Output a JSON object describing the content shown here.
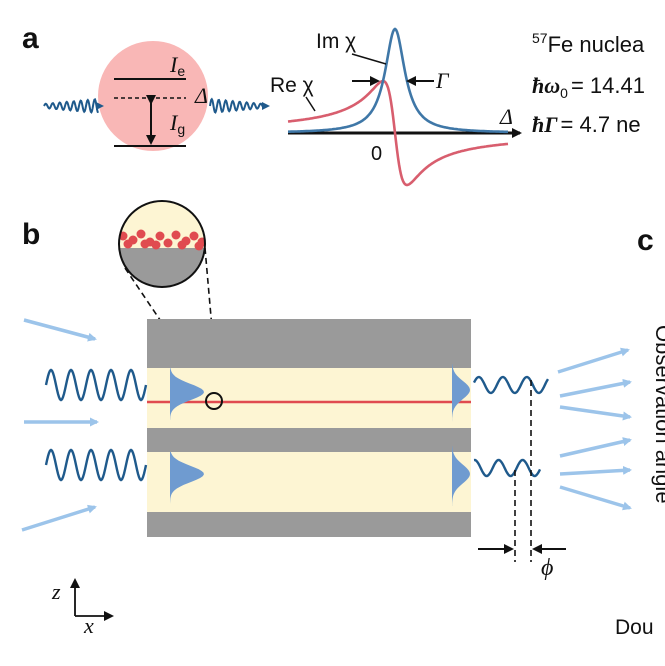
{
  "panels": {
    "a": "a",
    "b": "b",
    "c": "c"
  },
  "level_diagram": {
    "excited": "I",
    "excited_sub": "e",
    "ground": "I",
    "ground_sub": "g",
    "detuning": "Δ"
  },
  "response_plot": {
    "im_label": "Im χ",
    "re_label": "Re χ",
    "width_label": "Γ",
    "x_axis_label": "Δ",
    "zero_label": "0"
  },
  "facts": {
    "isotope_mass": "57",
    "nucleus_line": "Fe nuclea",
    "energy_lhs": "ħω",
    "energy_sub": "0",
    "energy_rhs": "= 14.41",
    "width_lhs": "ħΓ",
    "width_rhs": "= 4.7 ne"
  },
  "waveguide": {
    "phase_label": "ϕ",
    "axis_z": "z",
    "axis_x": "x"
  },
  "panel_c": {
    "observation_label": "Observation angle",
    "bottom_text": "Dou"
  },
  "colors": {
    "wave": "#1f5a8c",
    "arrow": "#9cc4ea",
    "im_curve": "#3f77a7",
    "re_curve": "#d85e6e",
    "nucleus_disk": "#f9b7b6",
    "cladding": "#9a9a9a",
    "core": "#fdf5d3",
    "nucleus_layer": "#e04b50",
    "pulse": "#6f9bd0"
  }
}
